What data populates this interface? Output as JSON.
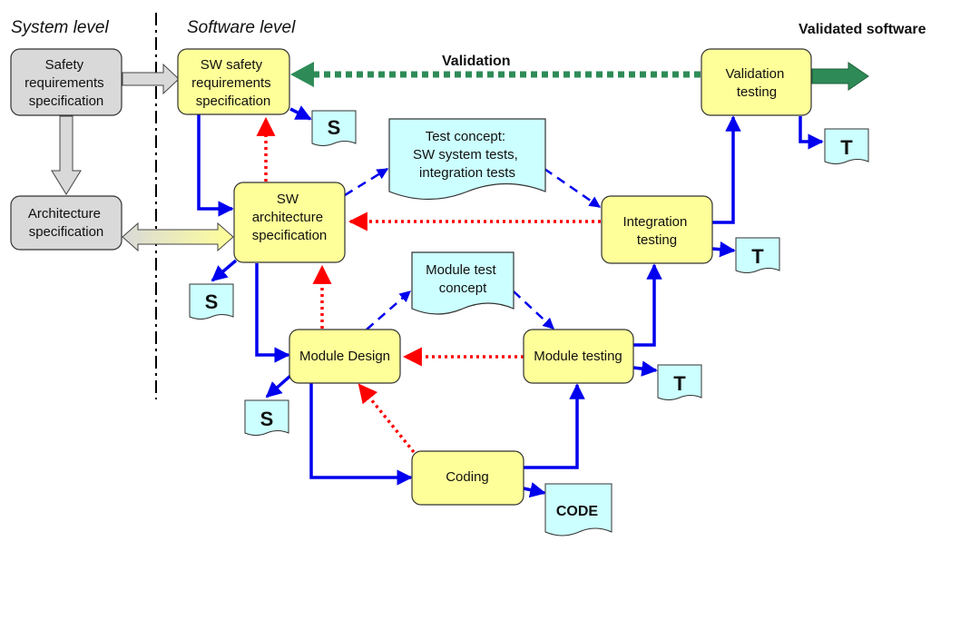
{
  "headings": {
    "system_level": "System level",
    "software_level": "Software level",
    "validated_software": "Validated software",
    "validation": "Validation"
  },
  "system_boxes": {
    "safety_req": [
      "Safety",
      "requirements",
      "specification"
    ],
    "architecture": [
      "Architecture",
      "specification"
    ]
  },
  "sw_boxes": {
    "sw_safety_req": [
      "SW safety",
      "requirements",
      "specification"
    ],
    "sw_architecture": [
      "SW",
      "architecture",
      "specification"
    ],
    "module_design": [
      "Module Design"
    ],
    "coding": [
      "Coding"
    ],
    "module_testing": [
      "Module testing"
    ],
    "integration_testing": [
      "Integration",
      "testing"
    ],
    "validation_testing": [
      "Validation",
      "testing"
    ]
  },
  "concepts": {
    "test_concept": [
      "Test concept:",
      "SW system tests,",
      "integration tests"
    ],
    "module_test_concept": [
      "Module test",
      "concept"
    ]
  },
  "documents": {
    "spec_1": "S",
    "spec_2": "S",
    "spec_3": "S",
    "test_1": "T",
    "test_2": "T",
    "test_3": "T",
    "code": "CODE"
  },
  "colors": {
    "system_box_fill": "#d9d9d9",
    "sw_box_fill": "#ffff99",
    "doc_fill": "#ccffff",
    "flow_blue": "#0000ee",
    "feedback_red": "#ff0000",
    "validation_green": "#2e8b57"
  }
}
